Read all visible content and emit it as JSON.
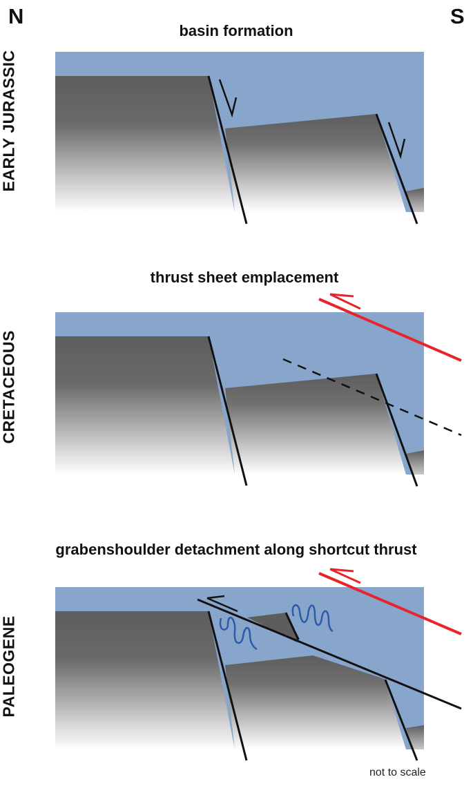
{
  "directions": {
    "north": "N",
    "south": "S"
  },
  "panels": [
    {
      "era": "EARLY JURASSIC",
      "title": "basin formation"
    },
    {
      "era": "CRETACEOUS",
      "title": "thrust sheet emplacement"
    },
    {
      "era": "PALEOGENE",
      "title": "grabenshoulder detachment along shortcut thrust"
    }
  ],
  "note": "not to scale",
  "colors": {
    "water": "#88a5cc",
    "rock_dark": "#5d5d5d",
    "rock_light": "#ffffff",
    "fault": "#111111",
    "thrust_arrow": "#e8242a",
    "folds": "#2b5aa8"
  }
}
